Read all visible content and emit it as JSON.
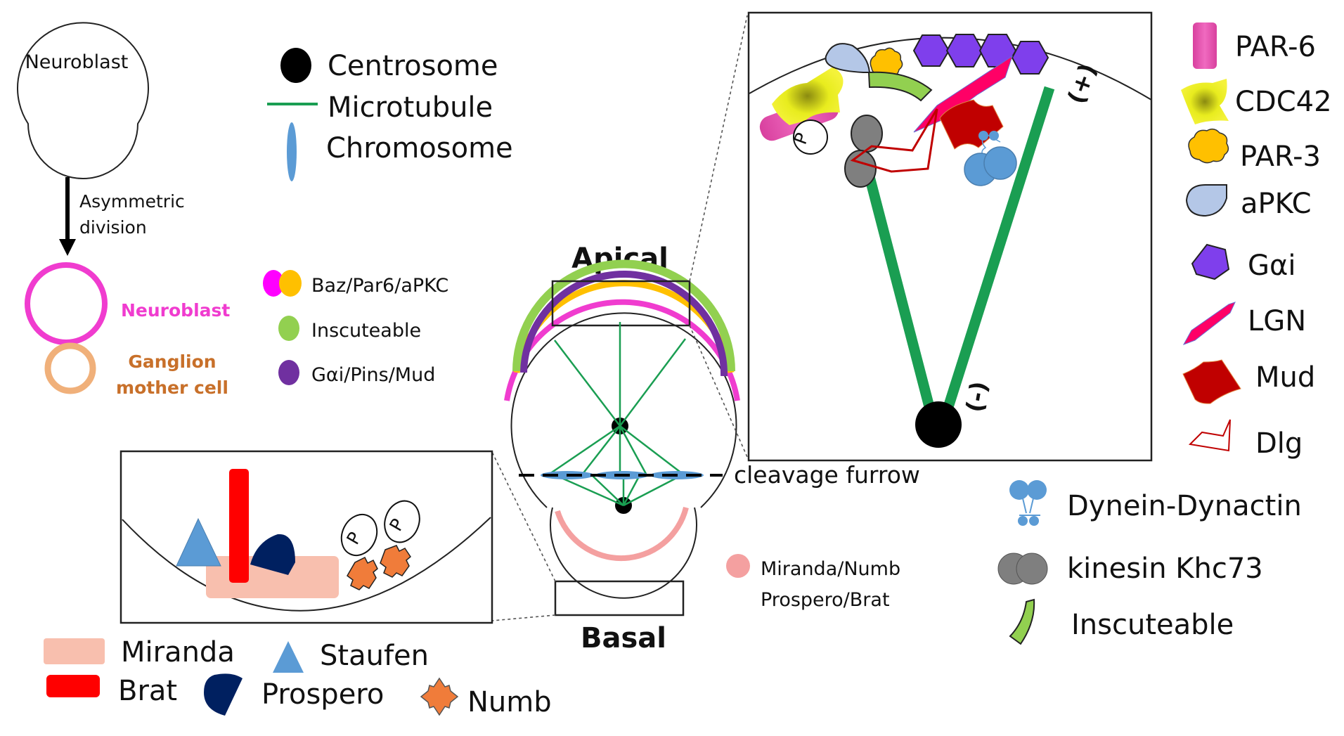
{
  "overview": {
    "parent_cell_label": "Neuroblast",
    "arrow_label_line1": "Asymmetric",
    "arrow_label_line2": "division",
    "daughter_neuroblast_label": "Neuroblast",
    "gmc_label_line1": "Ganglion",
    "gmc_label_line2": "mother cell"
  },
  "structure_legend": [
    {
      "icon": "centrosome-icon",
      "label": "Centrosome"
    },
    {
      "icon": "microtubule-icon",
      "label": "Microtubule"
    },
    {
      "icon": "chromosome-icon",
      "label": "Chromosome"
    }
  ],
  "complex_legend": [
    {
      "icon": "baz-par6-apkc-icon",
      "label": "Baz/Par6/aPKC"
    },
    {
      "icon": "inscuteable-dot-icon",
      "label": "Inscuteable"
    },
    {
      "icon": "gai-pins-mud-icon",
      "label": "Gαi/Pins/Mud"
    }
  ],
  "cell": {
    "apical_label": "Apical",
    "basal_label": "Basal",
    "cleavage_label": "cleavage furrow",
    "basal_legend_line1": "Miranda/Numb",
    "basal_legend_line2": "Prospero/Brat"
  },
  "apical_zoom": {
    "plus_end_label": "(+)",
    "minus_end_label": "(-)",
    "phospho_label": "P"
  },
  "apical_legend": [
    {
      "icon": "par6-icon",
      "label": "PAR-6"
    },
    {
      "icon": "cdc42-icon",
      "label": "CDC42"
    },
    {
      "icon": "par3-icon",
      "label": "PAR-3"
    },
    {
      "icon": "apkc-icon",
      "label": "aPKC"
    },
    {
      "icon": "gai-icon",
      "label": "Gαi"
    },
    {
      "icon": "lgn-icon",
      "label": "LGN"
    },
    {
      "icon": "mud-icon",
      "label": "Mud"
    },
    {
      "icon": "dlg-icon",
      "label": "Dlg"
    },
    {
      "icon": "dynein-dynactin-icon",
      "label": "Dynein-Dynactin"
    },
    {
      "icon": "kinesin-icon",
      "label": "kinesin Khc73"
    },
    {
      "icon": "inscuteable-icon",
      "label": "Inscuteable"
    }
  ],
  "basal_zoom": {
    "phospho_label": "P"
  },
  "basal_legend": [
    {
      "icon": "miranda-icon",
      "label": "Miranda"
    },
    {
      "icon": "staufen-icon",
      "label": "Staufen"
    },
    {
      "icon": "brat-icon",
      "label": "Brat"
    },
    {
      "icon": "prospero-icon",
      "label": "Prospero"
    },
    {
      "icon": "numb-icon",
      "label": "Numb"
    }
  ],
  "colors": {
    "baz": "#f03ccf",
    "par6": "#ffc000",
    "inscuteable": "#92d050",
    "gai_pins_mud": "#7030a0",
    "microtubule": "#1a9e52",
    "chromosome": "#5b9bd5",
    "basal_crescent": "#f4a0a0",
    "gmc": "#f0b07a",
    "gmc_text": "#c8702a",
    "neuroblast_text": "#f03ccf"
  }
}
